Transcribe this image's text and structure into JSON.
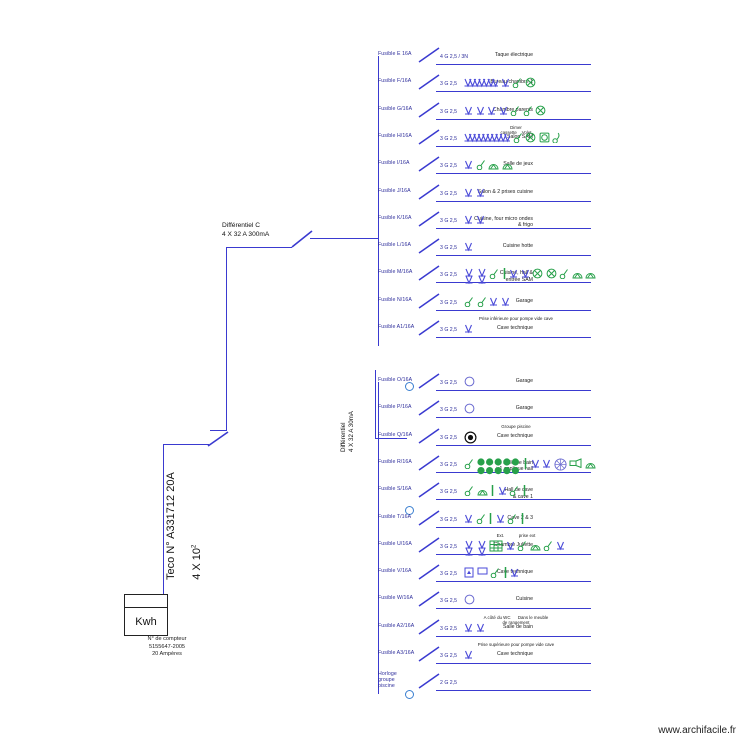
{
  "page": {
    "watermark": "www.archifacile.fr"
  },
  "meter": {
    "kwh_label": "Kwh",
    "caption": "N° de compteur\n5155647-2005\n20 Ampères",
    "vertical_line1": "Teco N° A331712 20A",
    "vertical_line2": "4 X 10",
    "vertical_exp": "2"
  },
  "breakers": {
    "differential_c": "Différentiel C\n4 X 32 A 300mA",
    "differential_30ma": "Différentiel\n4 X 32 A 30mA"
  },
  "circuits_top": [
    {
      "fuse": "Fusible E 16A",
      "gauge": "4 G 2,5 / 3N",
      "dest": "Taque électrique",
      "note": "",
      "symbols": []
    },
    {
      "fuse": "Fusible F/16A",
      "gauge": "3 G 2,5",
      "dest": "Bureau chambre 1",
      "note": "",
      "symbols": [
        "sockets7",
        "socket1",
        "switch",
        "lamp-x"
      ]
    },
    {
      "fuse": "Fusible G/16A",
      "gauge": "3 G 2,5",
      "dest": "Chambre parents",
      "note": "",
      "symbols": [
        "socket2",
        "socket2",
        "socket1",
        "socket1",
        "switch",
        "switch",
        "lamp-x"
      ]
    },
    {
      "fuse": "Fusible H/16A",
      "gauge": "3 G 2,5",
      "dest": "Salon SAM",
      "note": "Dimer\ncassette    Volet",
      "symbols": [
        "sockets10",
        "switch",
        "lamp-x",
        "cassette",
        "shutter"
      ]
    },
    {
      "fuse": "Fusible I/16A",
      "gauge": "3 G 2,5",
      "dest": "Salle de jeux",
      "note": "",
      "symbols": [
        "socket2",
        "switch",
        "applique",
        "applique"
      ]
    },
    {
      "fuse": "Fusible J/16A",
      "gauge": "3 G 2,5",
      "dest": "Salon & 2 prises cuisine",
      "note": "",
      "symbols": [
        "socket2",
        "socket2"
      ]
    },
    {
      "fuse": "Fusible K/16A",
      "gauge": "3 G 2,5",
      "dest": "Cuisine, four micro ondes\n& frigo",
      "note": "",
      "symbols": [
        "socket1",
        "socket1"
      ]
    },
    {
      "fuse": "Fusible L/16A",
      "gauge": "3 G 2,5",
      "dest": "Cuisine hotte",
      "note": "",
      "symbols": [
        "socket1"
      ]
    },
    {
      "fuse": "Fusible M/16A",
      "gauge": "3 G 2,5",
      "dest": "Cuisine, hall &\nentrée SAM",
      "note": "",
      "symbols": [
        "socket2x2",
        "socket2x2",
        "switch",
        "bar",
        "socket2",
        "socket2",
        "lamp-x",
        "lamp-x",
        "switch",
        "applique",
        "applique"
      ]
    },
    {
      "fuse": "Fusible N/16A",
      "gauge": "3 G 2,5",
      "dest": "Garage",
      "note": "",
      "symbols": [
        "switch",
        "switch",
        "socket2",
        "socket1"
      ]
    },
    {
      "fuse": "Fusible A1/16A",
      "gauge": "3 G 2,5",
      "dest": "Cave technique",
      "note": "Prise inférieure pour pompe vide cave",
      "symbols": [
        "socket1"
      ]
    }
  ],
  "circuits_bottom": [
    {
      "fuse": "Fusible O/16A",
      "gauge": "3 G 2,5",
      "dest": "Garage",
      "note": "",
      "symbols": [
        "meter-circle"
      ]
    },
    {
      "fuse": "Fusible P/16A",
      "gauge": "3 G 2,5",
      "dest": "Garage",
      "note": "",
      "symbols": [
        "meter-circle"
      ]
    },
    {
      "fuse": "Fusible Q/16A",
      "gauge": "3 G 2,5",
      "dest": "Cave technique",
      "note": "Groupe piscine",
      "symbols": [
        "motor"
      ]
    },
    {
      "fuse": "Fusible R/16A",
      "gauge": "3 G 2,5",
      "dest": "Salle de bain\n+ 1 applique hall",
      "note": "",
      "symbols": [
        "switch",
        "spots",
        "bar",
        "socket1",
        "socket1",
        "fan",
        "vent",
        "applique"
      ]
    },
    {
      "fuse": "Fusible S/16A",
      "gauge": "3 G 2,5",
      "dest": "Hall de cave\n& cave 1",
      "note": "",
      "symbols": [
        "switch",
        "applique",
        "bar",
        "socket1",
        "switch",
        "bar"
      ]
    },
    {
      "fuse": "Fusible T/16A",
      "gauge": "3 G 2,5",
      "dest": "Cave 2 & 3",
      "note": "",
      "symbols": [
        "socket1",
        "switch",
        "bar",
        "socket1",
        "switch",
        "bar"
      ]
    },
    {
      "fuse": "Fusible U/16A",
      "gauge": "3 G 2,5",
      "dest": "Chambre Juliette",
      "note": "Ext.            prise ext",
      "symbols": [
        "socket2x2",
        "socket2x2",
        "grid",
        "socket1",
        "switch",
        "applique",
        "switch",
        "socket1"
      ]
    },
    {
      "fuse": "Fusible V/16A",
      "gauge": "3 G 2,5",
      "dest": "Cave technique",
      "note": "",
      "symbols": [
        "box",
        "screen",
        "switch",
        "bar",
        "socket1"
      ]
    },
    {
      "fuse": "Fusible W/16A",
      "gauge": "3 G 2,5",
      "dest": "Cuisine",
      "note": "",
      "symbols": [
        "meter-circle"
      ]
    },
    {
      "fuse": "Fusible A2/16A",
      "gauge": "3 G 2,5",
      "dest": "Salle de bain",
      "note": "A côté du WC      Dans le meuble\nde rangement",
      "symbols": [
        "socket1",
        "socket2"
      ]
    },
    {
      "fuse": "Fusible A3/16A",
      "gauge": "3 G 2,5",
      "dest": "Cave technique",
      "note": "Prise supérieure pour pompe vide cave",
      "symbols": [
        "socket1"
      ]
    },
    {
      "fuse": "Horloge\ngroupe\npiscine",
      "gauge": "2 G 2,5",
      "dest": "",
      "note": "",
      "symbols": []
    }
  ]
}
